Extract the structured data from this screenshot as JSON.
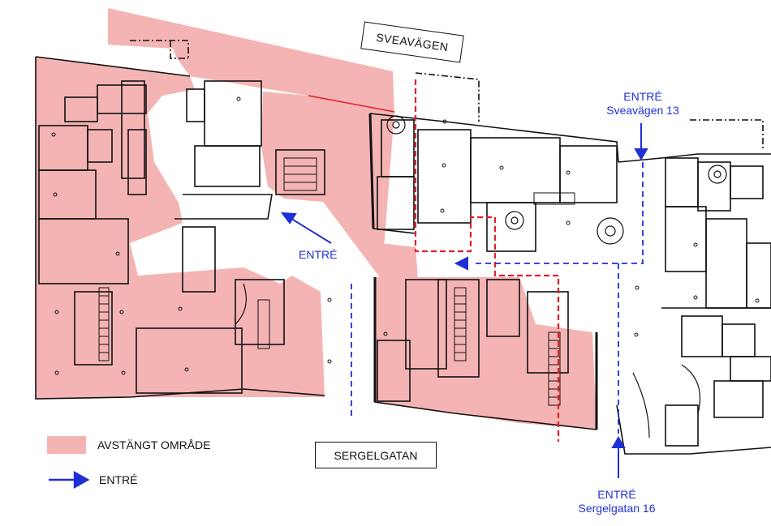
{
  "streets": {
    "north": "SVEAVÄGEN",
    "south": "SERGELGATAN"
  },
  "entrances": {
    "middle": {
      "title": "ENTRÉ"
    },
    "sveavagen": {
      "title": "ENTRÉ",
      "address": "Sveavägen 13"
    },
    "sergelgatan": {
      "title": "ENTRÉ",
      "address": "Sergelgatan 16"
    }
  },
  "legend": {
    "closed_area": "AVSTÄNGT OMRÅDE",
    "entrance": "ENTRÉ"
  },
  "colors": {
    "closed_area_fill": "#f5b4b4",
    "entrance_blue": "#1f2fd6",
    "red_dashed_boundary": "#e0202a",
    "wall_black": "#111111"
  }
}
